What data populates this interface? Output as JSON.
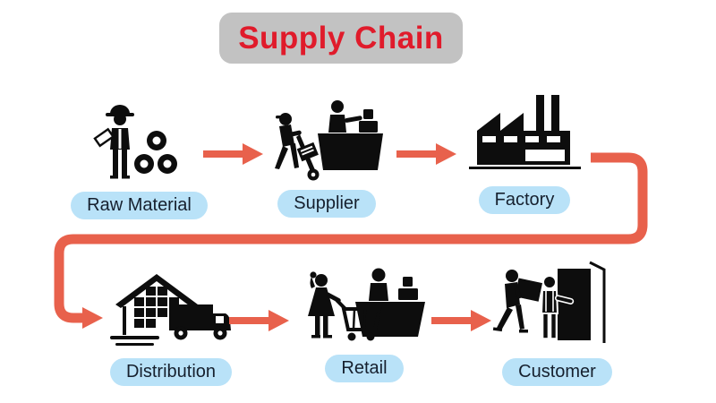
{
  "title": "Supply Chain",
  "colors": {
    "title_text": "#e01b2b",
    "title_bg": "#c2c2c2",
    "arrow": "#e8614c",
    "label_bg": "#b9e2f8",
    "label_text": "#16202e",
    "icon": "#0d0d0d",
    "background": "#ffffff"
  },
  "stages": [
    {
      "label": "Raw Material",
      "icon": "worker-and-coils-icon",
      "row": 1
    },
    {
      "label": "Supplier",
      "icon": "handtruck-and-counter-icon",
      "row": 1
    },
    {
      "label": "Factory",
      "icon": "factory-building-icon",
      "row": 1
    },
    {
      "label": "Distribution",
      "icon": "warehouse-and-truck-icon",
      "row": 2
    },
    {
      "label": "Retail",
      "icon": "shopper-and-checkout-icon",
      "row": 2
    },
    {
      "label": "Customer",
      "icon": "delivery-at-door-icon",
      "row": 2
    }
  ],
  "connections": [
    {
      "from": "Raw Material",
      "to": "Supplier"
    },
    {
      "from": "Supplier",
      "to": "Factory"
    },
    {
      "from": "Factory",
      "to": "Distribution"
    },
    {
      "from": "Distribution",
      "to": "Retail"
    },
    {
      "from": "Retail",
      "to": "Customer"
    }
  ]
}
